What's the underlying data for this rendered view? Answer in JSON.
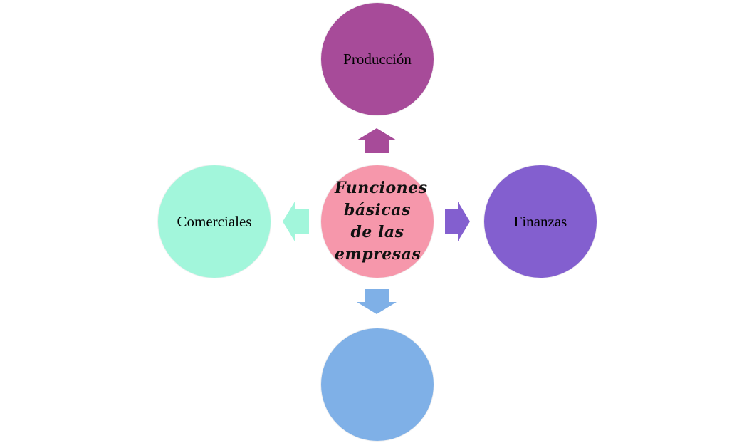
{
  "center": {
    "line1": "Funciones",
    "line2": "básicas",
    "line3": "de las",
    "line4": "empresas",
    "color": "#F697AB"
  },
  "nodes": {
    "top": {
      "label": "Producción",
      "color": "#A74B99"
    },
    "right": {
      "label": "Finanzas",
      "color": "#835FCF"
    },
    "bottom": {
      "label": "",
      "color": "#7FB0E7"
    },
    "left": {
      "label": "Comerciales",
      "color": "#A2F6DB"
    }
  }
}
